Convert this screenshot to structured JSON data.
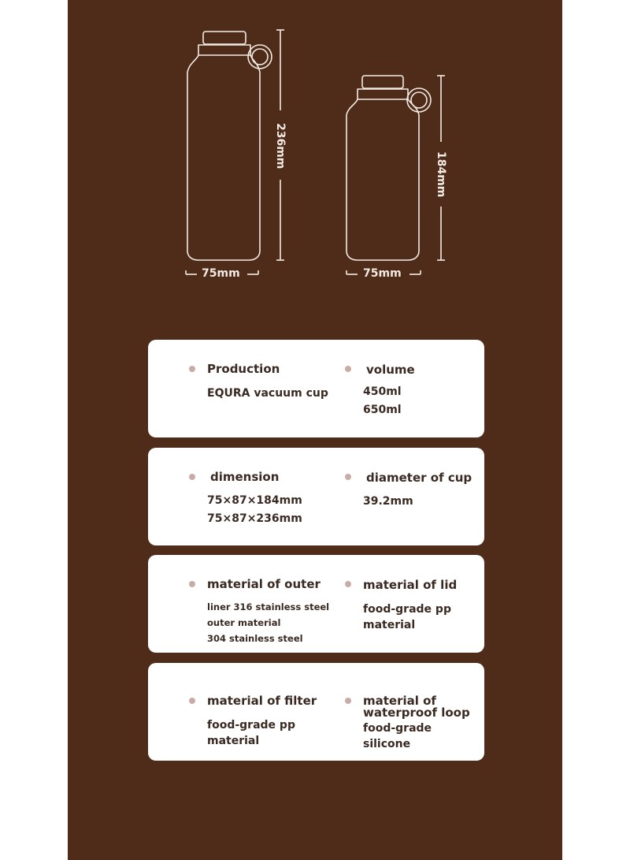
{
  "drawing": {
    "large": {
      "height": "236mm",
      "width": "75mm"
    },
    "small": {
      "height": "184mm",
      "width": "75mm"
    }
  },
  "cards": [
    {
      "left": {
        "label": "Production",
        "values": [
          "EQURA vacuum cup"
        ]
      },
      "right": {
        "label": "volume",
        "values": [
          "450ml",
          "650ml"
        ]
      }
    },
    {
      "left": {
        "label": "dimension",
        "values": [
          "75×87×184mm",
          "75×87×236mm"
        ]
      },
      "right": {
        "label": "diameter of cup",
        "values": [
          "39.2mm"
        ]
      }
    },
    {
      "left": {
        "label": "material of outer",
        "values": [
          "liner 316 stainless steel",
          "outer material",
          "304 stainless steel"
        ]
      },
      "right": {
        "label": "material of lid",
        "values": [
          "food-grade pp",
          "material"
        ]
      }
    },
    {
      "left": {
        "label": "material of filter",
        "values": [
          "food-grade pp",
          "material"
        ]
      },
      "right": {
        "label": "material of waterproof loop",
        "label_lines": [
          "material of",
          "waterproof loop"
        ],
        "values": [
          "food-grade",
          "silicone"
        ]
      }
    }
  ],
  "colors": {
    "background": "#4f2c1a",
    "card": "#ffffff",
    "bullet": "#c9aca6",
    "text": "#3a2a22",
    "line": "#f3ebe3"
  }
}
